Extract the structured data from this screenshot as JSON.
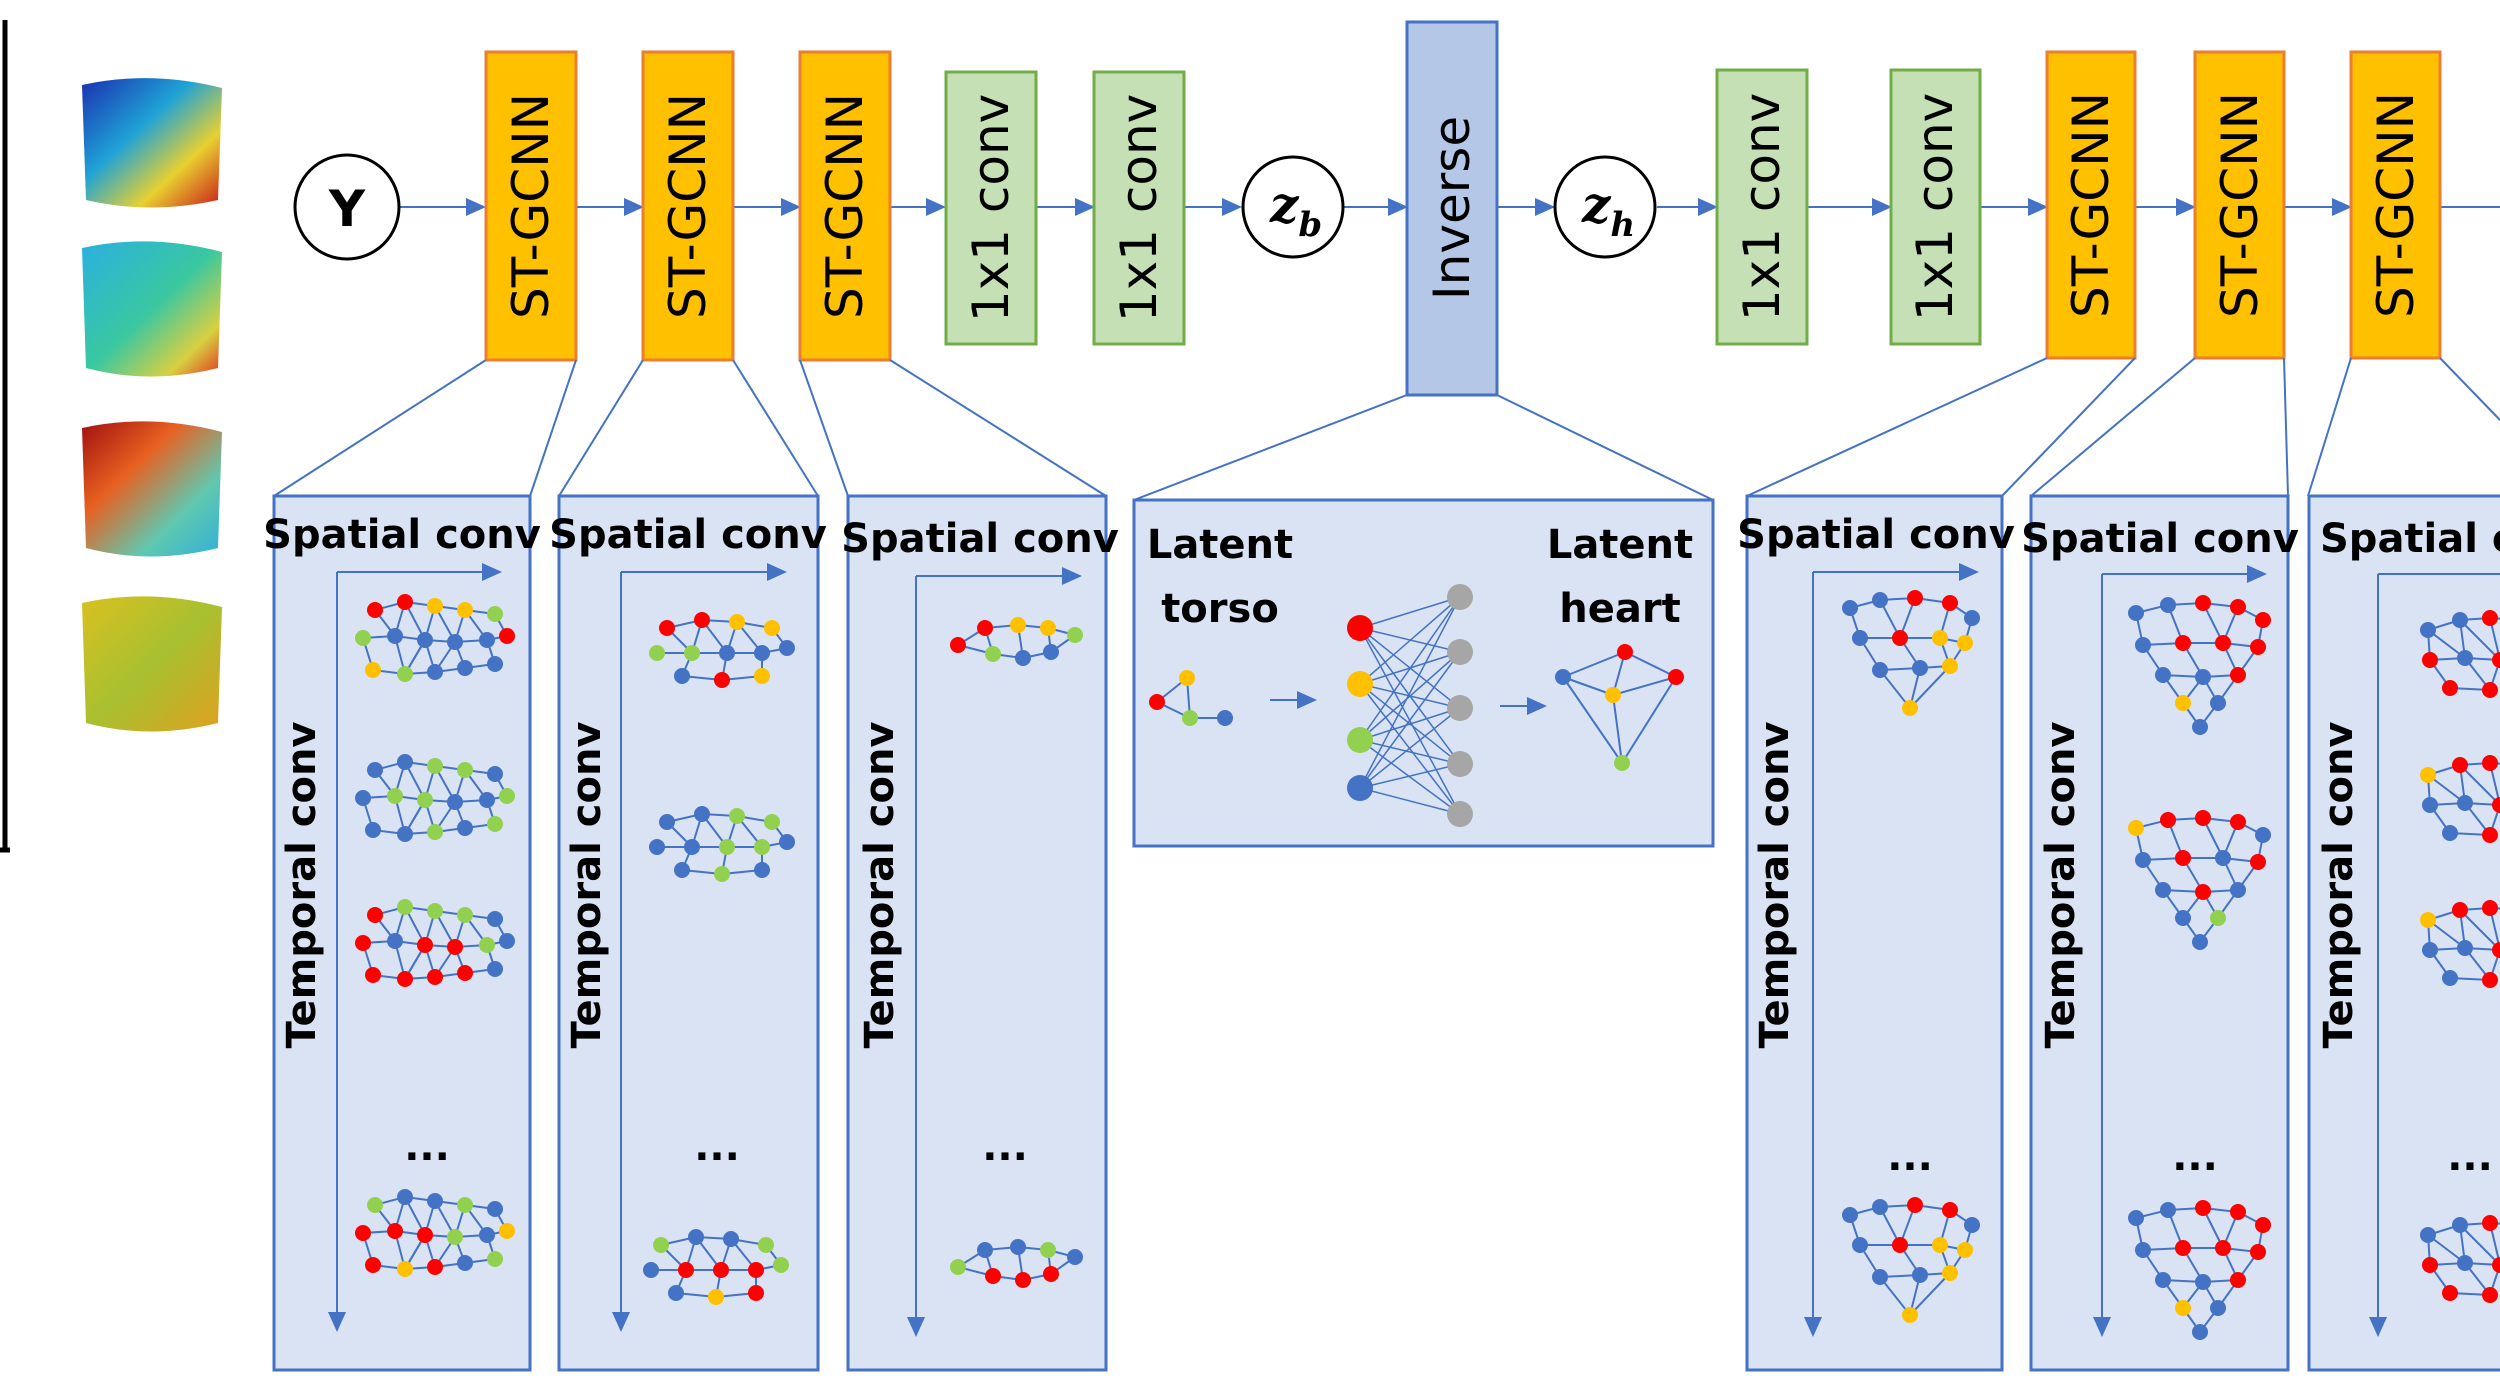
{
  "input_symbol": "Y",
  "stgcnn_label": "ST-GCNN",
  "conv1x1_label": "1x1 conv",
  "inverse_label": "Inverse",
  "latent_b": {
    "base": "z",
    "sub": "b"
  },
  "latent_h": {
    "base": "z",
    "sub": "h"
  },
  "panels": {
    "spatial": "Spatial conv",
    "temporal": "Temporal conv",
    "ellipsis": "...",
    "latent_torso_1": "Latent",
    "latent_torso_2": "torso",
    "latent_heart_1": "Latent",
    "latent_heart_2": "heart"
  },
  "colors": {
    "stgcnn_fill": "#FFC000",
    "stgcnn_border": "#ED7D31",
    "conv_fill": "#C5E0B4",
    "conv_border": "#70AD47",
    "inverse_fill": "#B4C7E7",
    "inverse_border": "#4472C4",
    "panel_fill": "#DAE3F3",
    "panel_border": "#4472C4",
    "arrow": "#4472C4",
    "node_blue": "#4472C4",
    "node_red": "#FF0000",
    "node_yellow": "#FFC000",
    "node_green": "#92D050",
    "node_gray": "#A6A6A6"
  }
}
